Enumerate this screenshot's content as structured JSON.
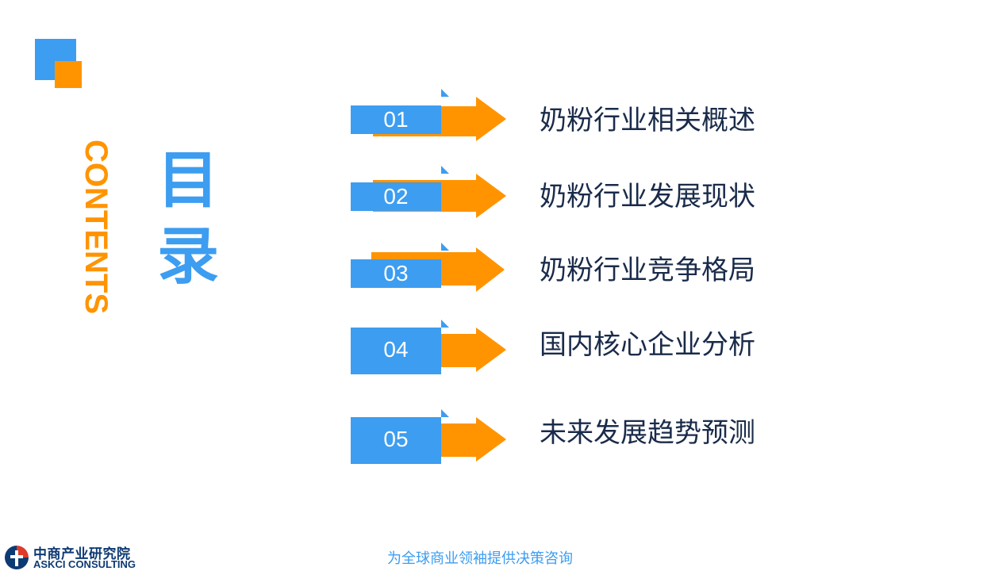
{
  "title_cn": [
    "目",
    "录"
  ],
  "title_en": "CONTENTS",
  "items": [
    {
      "num": "01",
      "label": "奶粉行业相关概述"
    },
    {
      "num": "02",
      "label": "奶粉行业发展现状"
    },
    {
      "num": "03",
      "label": "奶粉行业竞争格局"
    },
    {
      "num": "04",
      "label": "国内核心企业分析"
    },
    {
      "num": "05",
      "label": "未来发展趋势预测"
    }
  ],
  "footer": {
    "logo_cn": "中商产业研究院",
    "logo_en": "ASKCI CONSULTING",
    "slogan": "为全球商业领袖提供决策咨询"
  },
  "colors": {
    "blue": "#3d9df0",
    "orange": "#ff9400",
    "text": "#1a2b4a"
  }
}
